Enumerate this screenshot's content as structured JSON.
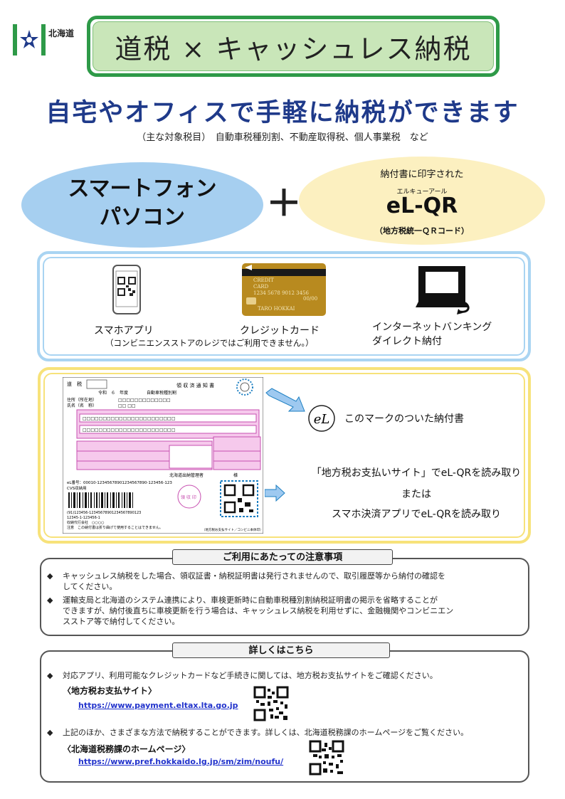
{
  "logo": {
    "text": "北海道"
  },
  "title": "道税 × キャッシュレス納税",
  "headline": "自宅やオフィスで手軽に納税ができます",
  "subtitle": "（主な対象税目）　自動車税種別割、不動産取得税、個人事業税　など",
  "devices": {
    "line1": "スマートフォン",
    "line2": "パソコン"
  },
  "plus": "＋",
  "elqr": {
    "line1": "納付書に印字された",
    "ruby": "エルキューアール",
    "name": "eL-QR",
    "note": "（地方税統一ＱＲコード）"
  },
  "methods": {
    "app_label": "スマホアプリ",
    "app_note": "（コンビニエンスストアのレジではご利用できません。）",
    "card_label": "クレジットカード",
    "card_text": {
      "l1": "CREDIT",
      "l2": "CARD",
      "number": "1234 5678 9012 3456",
      "exp": "00/00",
      "holder": "TARO HOKKAI"
    },
    "bank_label1": "インターネットバンキング",
    "bank_label2": "ダイレクト納付"
  },
  "bill": {
    "tax": "道　税",
    "title": "領 収 済 通 知 書",
    "year": "令和　６　年度",
    "tax_kind": "自動車税種別割",
    "addr": "住所（所在地）",
    "name": "氏名（名　称）",
    "boxes": "□□□□□□□□□□□□□",
    "boxes2": "□□ □□",
    "row_boxes": "□□□□□□□□□□□□□□□□□□□□□□□",
    "manager": "北海道出納管理者",
    "sama": "様",
    "el_number": "eL番号：00010-12345678901234567890-123456-123",
    "cvs": "CVS収納用",
    "stamp": "領 収 印",
    "barcode_nums": "(91)123456-12345678901234567890123",
    "sub_num": "12345-1-123456-1",
    "agent": "収納代行会社　○○○○",
    "caution": "注意　この納付書は折り曲げて使用することはできません。",
    "footer": "（地方税お支払サイト／コンビニ本体印）"
  },
  "el_mark_text": "このマークのついた納付書",
  "read": {
    "line1": "「地方税お支払いサイト」でeL-QRを読み取り",
    "line2": "または",
    "line3": "スマホ決済アプリでeL-QRを読み取り"
  },
  "notes": {
    "heading": "ご利用にあたっての注意事項",
    "bullet": "◆",
    "item1_a": "キャッシュレス納税をした場合、領収証書・納税証明書は発行されませんので、取引履歴等から納付の確認を",
    "item1_b": "してください。",
    "item2_a": "運輸支局と北海道のシステム連携により、車検更新時に自動車税種別割納税証明書の掲示を省略することが",
    "item2_b": "できますが、納付後直ちに車検更新を行う場合は、キャッシュレス納税を利用せずに、金融機関やコンビニエン",
    "item2_c": "スストア等で納付してください。"
  },
  "details": {
    "heading": "詳しくはこちら",
    "bullet": "◆",
    "item1": "対応アプリ、利用可能なクレジットカードなど手続きに関しては、地方税お支払サイトをご確認ください。",
    "site1_name": "〈地方税お支払サイト〉",
    "site1_url": "https://www.payment.eltax.lta.go.jp",
    "item2": "上記のほか、さまざまな方法で納税することができます。詳しくは、北海道税務課のホームページをご覧ください。",
    "site2_name": "〈北海道税務課のホームページ〉",
    "site2_url": "https://www.pref.hokkaido.lg.jp/sm/zim/noufu/"
  },
  "colors": {
    "green": "#2e9a48",
    "navy": "#1f3a8a",
    "blue": "#a6cff0",
    "yellow": "#fcf0c0",
    "link": "#2233cc"
  }
}
